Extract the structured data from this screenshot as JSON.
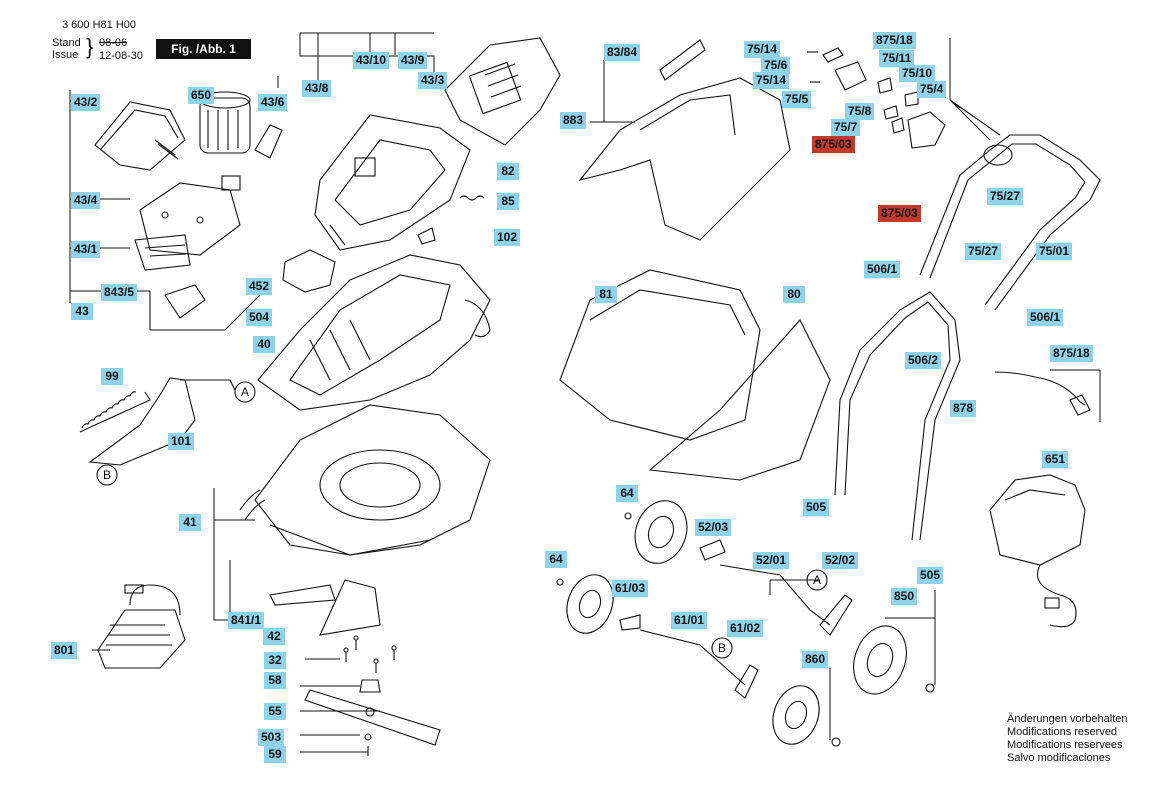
{
  "header": {
    "part_code": "3 600 H81 H00",
    "stand_label": "Stand",
    "issue_label": "Issue",
    "old_date": "08-06",
    "new_date": "12-08-30",
    "figure": "Fig. /Abb. 1"
  },
  "callouts": {
    "c83_84": "83/84",
    "c883": "883",
    "c43_10": "43/10",
    "c43_9": "43/9",
    "c43_3": "43/3",
    "c43_8": "43/8",
    "c650": "650",
    "c43_6": "43/6",
    "c43_2": "43/2",
    "c43_4": "43/4",
    "c43_1": "43/1",
    "c843_5": "843/5",
    "c43": "43",
    "c82": "82",
    "c85": "85",
    "c102": "102",
    "c452": "452",
    "c504": "504",
    "c40": "40",
    "c99": "99",
    "c101": "101",
    "c41": "41",
    "c841_1": "841/1",
    "c42": "42",
    "c801": "801",
    "c32": "32",
    "c58": "58",
    "c55": "55",
    "c503": "503",
    "c59": "59",
    "c81": "81",
    "c80": "80",
    "c64a": "64",
    "c52_03": "52/03",
    "c64b": "64",
    "c61_03": "61/03",
    "c52_01": "52/01",
    "c52_02": "52/02",
    "c61_01": "61/01",
    "c61_02": "61/02",
    "c850": "850",
    "c860": "860",
    "c75_14a": "75/14",
    "c75_6": "75/6",
    "c75_14b": "75/14",
    "c75_5": "75/5",
    "c875_18a": "875/18",
    "c75_11": "75/11",
    "c75_10": "75/10",
    "c75_4": "75/4",
    "c75_8": "75/8",
    "c75_7": "75/7",
    "c875_03a": "875/03",
    "c75_27a": "75/27",
    "c875_03b": "875/03",
    "c75_27b": "75/27",
    "c75_01": "75/01",
    "c506_1a": "506/1",
    "c506_1b": "506/1",
    "c506_2": "506/2",
    "c875_18b": "875/18",
    "c878": "878",
    "c505a": "505",
    "c651": "651",
    "c505b": "505"
  },
  "marker_letters": {
    "a1": "A",
    "b1": "B",
    "a2": "A",
    "b2": "B"
  },
  "modifications": [
    "Änderungen vorbehalten",
    "Modifications reserved",
    "Modifications reservees",
    "Salvo modificaciones"
  ],
  "colors": {
    "callout": "#8fd3ea",
    "highlight": "#c0392b",
    "line": "#111111"
  }
}
